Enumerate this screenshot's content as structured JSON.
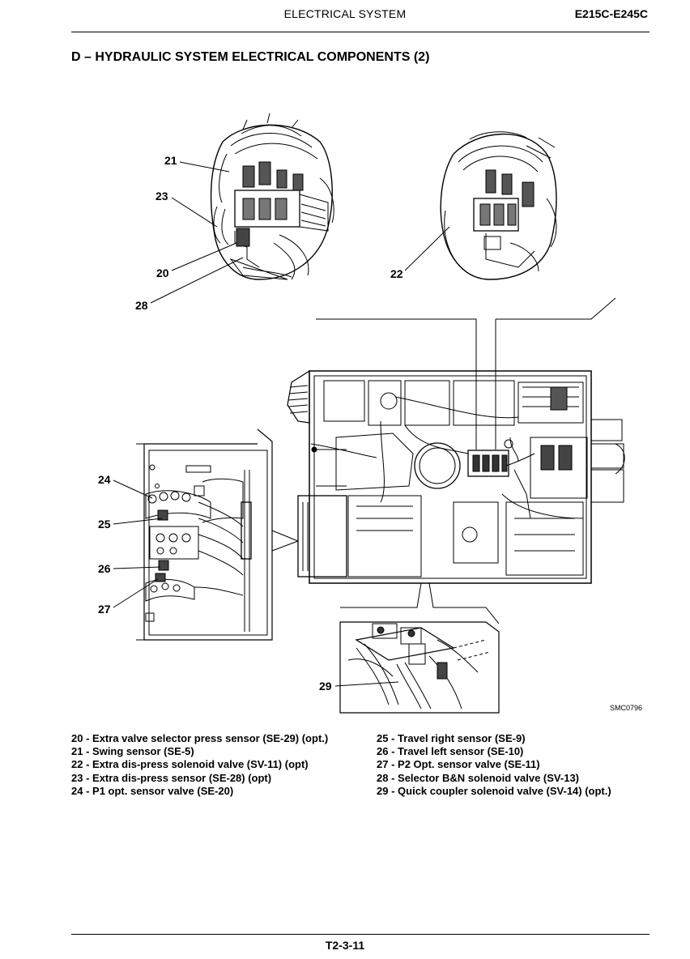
{
  "header": {
    "section": "ELECTRICAL SYSTEM",
    "model": "E215C-E245C"
  },
  "title": "D – HYDRAULIC SYSTEM ELECTRICAL COMPONENTS (2)",
  "figure": {
    "ref_code": "SMC0796",
    "callouts": {
      "c20": "20",
      "c21": "21",
      "c22": "22",
      "c23": "23",
      "c24": "24",
      "c25": "25",
      "c26": "26",
      "c27": "27",
      "c28": "28",
      "c29": "29"
    }
  },
  "legend_left": [
    {
      "num": "20",
      "text": "- Extra valve selector press sensor (SE-29) (opt.)"
    },
    {
      "num": "21",
      "text": "- Swing sensor (SE-5)"
    },
    {
      "num": "22",
      "text": "- Extra dis-press solenoid valve (SV-11) (opt)"
    },
    {
      "num": "23",
      "text": "- Extra dis-press sensor (SE-28) (opt)"
    },
    {
      "num": "24",
      "text": "- P1 opt.  sensor valve (SE-20)"
    }
  ],
  "legend_right": [
    {
      "num": "25",
      "text": "- Travel right sensor (SE-9)"
    },
    {
      "num": "26",
      "text": "- Travel left sensor (SE-10)"
    },
    {
      "num": "27",
      "text": "- P2 Opt. sensor valve (SE-11)"
    },
    {
      "num": "28",
      "text": "- Selector B&N solenoid valve (SV-13)"
    },
    {
      "num": "29",
      "text": "- Quick coupler solenoid valve (SV-14) (opt.)"
    }
  ],
  "footer": {
    "page": "T2-3-11"
  }
}
